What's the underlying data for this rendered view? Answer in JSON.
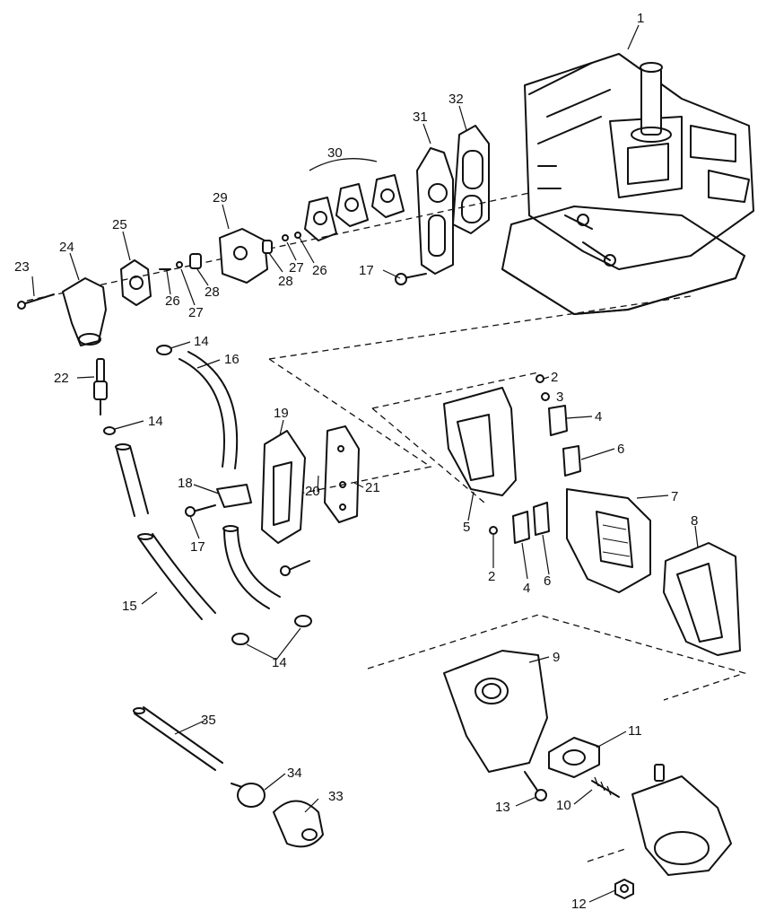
{
  "callouts": {
    "c1": "1",
    "c2a": "2",
    "c2b": "2",
    "c3": "3",
    "c4a": "4",
    "c4b": "4",
    "c5": "5",
    "c6a": "6",
    "c6b": "6",
    "c7": "7",
    "c8": "8",
    "c9": "9",
    "c10": "10",
    "c11": "11",
    "c12": "12",
    "c13": "13",
    "c14a": "14",
    "c14b": "14",
    "c14c": "14",
    "c15": "15",
    "c16": "16",
    "c17a": "17",
    "c17b": "17",
    "c18": "18",
    "c19": "19",
    "c20": "20",
    "c21": "21",
    "c22": "22",
    "c23": "23",
    "c24": "24",
    "c25": "25",
    "c26a": "26",
    "c26b": "26",
    "c27a": "27",
    "c27b": "27",
    "c28a": "28",
    "c28b": "28",
    "c29": "29",
    "c30": "30",
    "c31": "31",
    "c32": "32",
    "c33": "33",
    "c34": "34",
    "c35": "35"
  }
}
